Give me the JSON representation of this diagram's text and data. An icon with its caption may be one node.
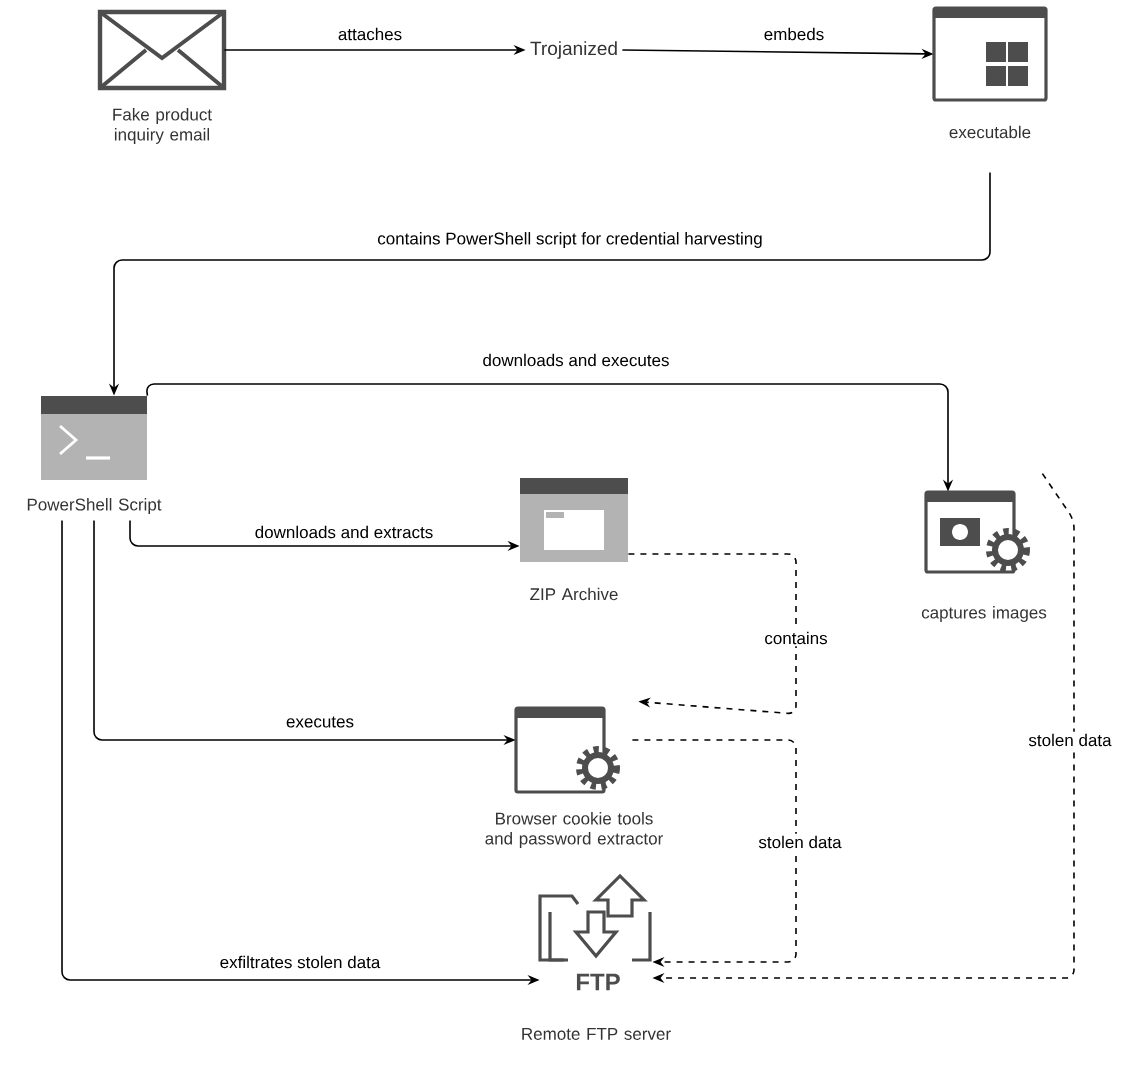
{
  "diagram": {
    "nodes": [
      {
        "text": [
          "Fake product inquiry email"
        ]
      },
      {
        "text": [
          "Trojanized"
        ]
      },
      {
        "text": [
          "executable"
        ]
      },
      {
        "text": [
          "PowerShell Script"
        ]
      },
      {
        "text": [
          "ZIP Archive"
        ]
      },
      {
        "text": [
          "captures images"
        ]
      },
      {
        "text": [
          "Browser cookie tools and password extractor"
        ]
      },
      {
        "text": [
          "FTP",
          "Remote FTP server"
        ]
      }
    ],
    "edges": [
      {
        "from": 0,
        "to": 1,
        "arrow": "to",
        "label": "attaches"
      },
      {
        "from": 1,
        "to": 2,
        "arrow": "to",
        "label": "embeds"
      },
      {
        "from": 2,
        "to": 3,
        "arrow": "to",
        "label": "contains PowerShell script for credential harvesting"
      },
      {
        "from": 3,
        "to": 5,
        "arrow": "to",
        "label": "downloads and executes"
      },
      {
        "from": 3,
        "to": 4,
        "arrow": "to",
        "label": "downloads and extracts"
      },
      {
        "from": 4,
        "to": 6,
        "arrow": "to",
        "label": "contains",
        "style": "dashed"
      },
      {
        "from": 3,
        "to": 6,
        "arrow": "to",
        "label": "executes"
      },
      {
        "from": 3,
        "to": 7,
        "arrow": "to",
        "label": "exfiltrates stolen data"
      },
      {
        "from": 6,
        "to": 7,
        "arrow": "to",
        "label": "stolen data",
        "style": "dashed"
      },
      {
        "from": 5,
        "to": 7,
        "arrow": "to",
        "label": "stolen data",
        "style": "dashed"
      }
    ]
  }
}
